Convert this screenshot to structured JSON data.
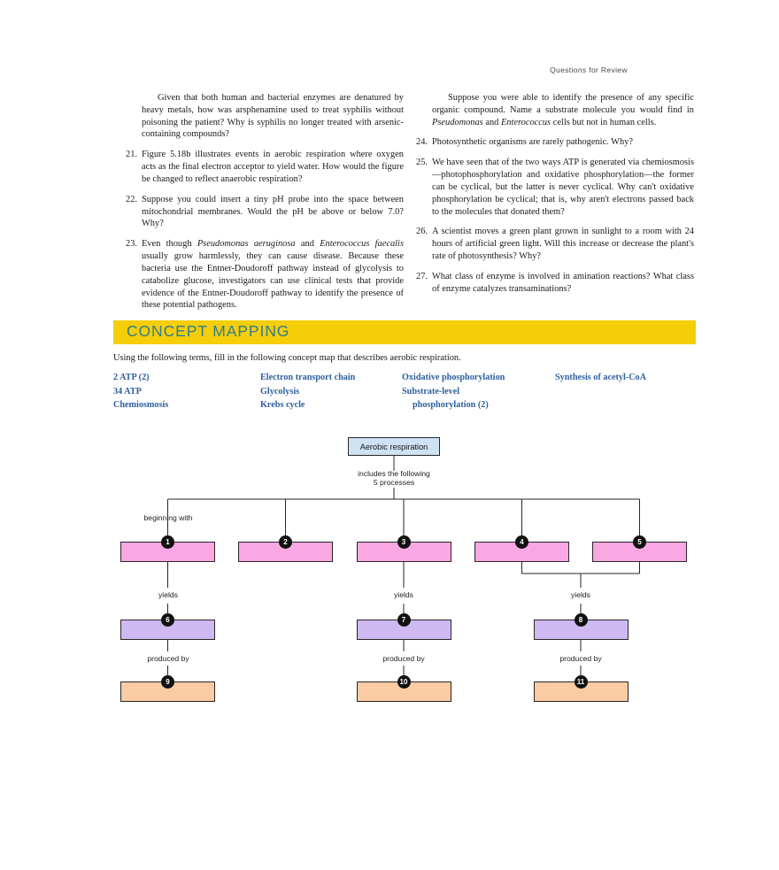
{
  "page": {
    "running_head": "Questions for Review"
  },
  "questions": {
    "left_column": [
      {
        "number": "",
        "lead": true,
        "text": "Given that both human and bacterial enzymes are denatured by heavy metals, how was arsphenamine used to treat syphilis without poisoning the patient? Why is syphilis no longer treated with arsenic-containing compounds?"
      },
      {
        "number": "21.",
        "text": "Figure 5.18b illustrates events in aerobic respiration where oxygen acts as the final electron acceptor to yield water. How would the figure be changed to reflect anaerobic respiration?"
      },
      {
        "number": "22.",
        "text": "Suppose you could insert a tiny pH probe into the space between mitochondrial membranes. Would the pH be above or below 7.0? Why?"
      },
      {
        "number": "23.",
        "text_html": "Even though <i>Pseudomonas aeruginosa</i> and <i>Enterococcus faecalis</i> usually grow harmlessly, they can cause disease. Because these bacteria use the Entner-Doudoroff pathway instead of glycolysis to catabolize glucose, investigators can use clinical tests that provide evidence of the Entner-Doudoroff pathway to identify the presence of these potential pathogens."
      }
    ],
    "right_column": [
      {
        "number": "",
        "lead": true,
        "text_html": "Suppose you were able to identify the presence of any specific organic compound. Name a substrate molecule you would find in <i>Pseudomonas</i> and <i>Enterococcus</i> cells but not in human cells."
      },
      {
        "number": "24.",
        "text": "Photosynthetic organisms are rarely pathogenic. Why?"
      },
      {
        "number": "25.",
        "text": "We have seen that of the two ways ATP is generated via chemiosmosis—photophosphorylation and oxidative phosphorylation—the former can be cyclical, but the latter is never cyclical. Why can't oxidative phosphorylation be cyclical; that is, why aren't electrons passed back to the molecules that donated them?"
      },
      {
        "number": "26.",
        "text": "A scientist moves a green plant grown in sunlight to a room with 24 hours of artificial green light. Will this increase or decrease the plant's rate of photosynthesis? Why?"
      },
      {
        "number": "27.",
        "text": "What class of enzyme is involved in amination reactions? What class of enzyme catalyzes transaminations?"
      }
    ]
  },
  "concept_mapping": {
    "banner_title": "CONCEPT MAPPING",
    "banner_color": "#f5ce09",
    "banner_text_color": "#2f7d8f",
    "instructions": "Using the following terms, fill in the following concept map that describes aerobic respiration.",
    "term_color": "#2e5f9e",
    "term_columns": [
      [
        {
          "label": "2 ATP (2)",
          "indent": false
        },
        {
          "label": "34 ATP",
          "indent": false
        },
        {
          "label": "Chemiosmosis",
          "indent": false
        }
      ],
      [
        {
          "label": "Electron transport chain",
          "indent": false
        },
        {
          "label": "Glycolysis",
          "indent": false
        },
        {
          "label": "Krebs cycle",
          "indent": false
        }
      ],
      [
        {
          "label": "Oxidative phosphorylation",
          "indent": false
        },
        {
          "label": "Substrate-level",
          "indent": false
        },
        {
          "label": "phosphorylation (2)",
          "indent": true
        }
      ],
      [
        {
          "label": "Synthesis of acetyl-CoA",
          "indent": false
        }
      ]
    ]
  },
  "concept_map": {
    "root": {
      "label": "Aerobic respiration",
      "color": "#cfe2f3"
    },
    "edge_labels": {
      "root_to_row1": "includes the following\n5 processes",
      "root_to_row1_line1": "includes the following",
      "root_to_row1_line2": "5 processes",
      "beginning_with": "beginning with",
      "yields": "yields",
      "produced_by": "produced by"
    },
    "rows": [
      {
        "name": "processes-row",
        "color": "#f9a8e3",
        "boxes": [
          {
            "badge": "1"
          },
          {
            "badge": "2"
          },
          {
            "badge": "3"
          },
          {
            "badge": "4"
          },
          {
            "badge": "5"
          }
        ]
      },
      {
        "name": "yields-row",
        "color": "#cfb9f2",
        "boxes": [
          {
            "badge": "6"
          },
          {
            "badge": "7"
          },
          {
            "badge": "8"
          }
        ]
      },
      {
        "name": "produced-by-row",
        "color": "#fbcba4",
        "boxes": [
          {
            "badge": "9"
          },
          {
            "badge": "10"
          },
          {
            "badge": "11"
          }
        ]
      }
    ]
  }
}
